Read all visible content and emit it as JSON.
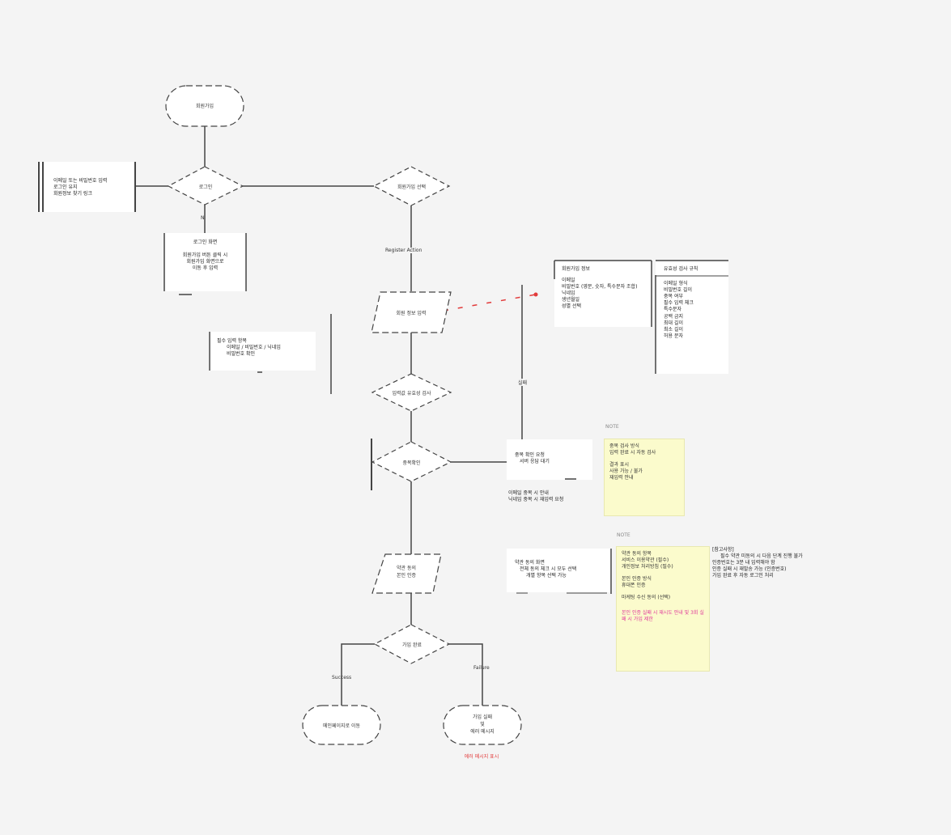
{
  "nodes": {
    "start": "회원가입",
    "d1": "로그인",
    "d2": "회원가입 선택",
    "io1": "회원 정보 입력",
    "d3": "입력값 유효성 검사",
    "d4": "중복확인",
    "io2": "약관 동의\n본인 인증",
    "d5": "가입 완료",
    "end_ok": "메인페이지로 이동",
    "end_fail": "가입 실패\n및\n에러 메시지"
  },
  "edge_labels": {
    "d1_left": "",
    "d1_right": "",
    "d1_down": "N",
    "d2_down": "Register Action",
    "d3_down": "",
    "d4_down": "",
    "d5_left": "Success",
    "d5_right": "Failure",
    "io1_right": "",
    "right_vert": "실패"
  },
  "boxes": {
    "left_top": [
      "이메일 또는 비밀번호 입력",
      "로그인 유지",
      "회원정보 찾기 링크"
    ],
    "below_d1_title": "로그인 화면",
    "below_d1_lines": [
      "회원가입 버튼 클릭 시",
      "회원가입 화면으로",
      "이동 후 입력"
    ],
    "left_mid_title": "필수 입력 항목",
    "left_mid_lines": [
      "이메일 / 비밀번호 / 닉네임",
      "비밀번호 확인"
    ],
    "info_title": "회원가입 정보",
    "info_lines": [
      "이메일",
      "비밀번호 (영문, 숫자, 특수문자 조합)",
      "닉네임",
      "생년월일",
      "성별 선택"
    ],
    "rules_title": "유효성 검사 규칙",
    "rules_lines": [
      "이메일 형식",
      "비밀번호 길이",
      "중복 여부",
      "필수 입력 체크",
      "특수문자",
      "공백 금지",
      "최대 길이",
      "최소 길이",
      "허용 문자"
    ],
    "dup_box_lines": [
      "중복 확인 요청",
      "서버 응답 대기"
    ],
    "dup_side_lines": [
      "이메일 중복 시 안내",
      "닉네임 중복 시 재입력 요청"
    ],
    "note1_title": "NOTE",
    "note1_lines": [
      "중복 검사 방식",
      "입력 완료 시 자동 검사",
      "",
      "결과 표시",
      "사용 가능 / 불가",
      "재입력 안내"
    ],
    "note2_title": "NOTE",
    "note2_lines": [
      "약관 동의 항목",
      "서비스 이용약관 (필수)",
      "개인정보 처리방침 (필수)",
      "",
      "본인 인증 방식",
      "휴대폰 인증",
      "",
      "마케팅 수신 동의 (선택)"
    ],
    "note2_pink": "본인 인증 실패 시 재시도 안내 및 3회 실패 시 가입 제한",
    "terms_box_lines": [
      "약관 동의 화면",
      "전체 동의 체크 시 모두 선택",
      "개별 항목 선택 가능"
    ],
    "right_text_title": "[참고사항]",
    "right_text_lines": [
      "필수 약관 미동의 시 다음 단계 진행 불가",
      "인증번호는 3분 내 입력해야 함",
      "인증 실패 시 재발송 가능 (인증번호)",
      "가입 완료 후 자동 로그인 처리"
    ],
    "fail_note": "에러 메시지 표시"
  }
}
